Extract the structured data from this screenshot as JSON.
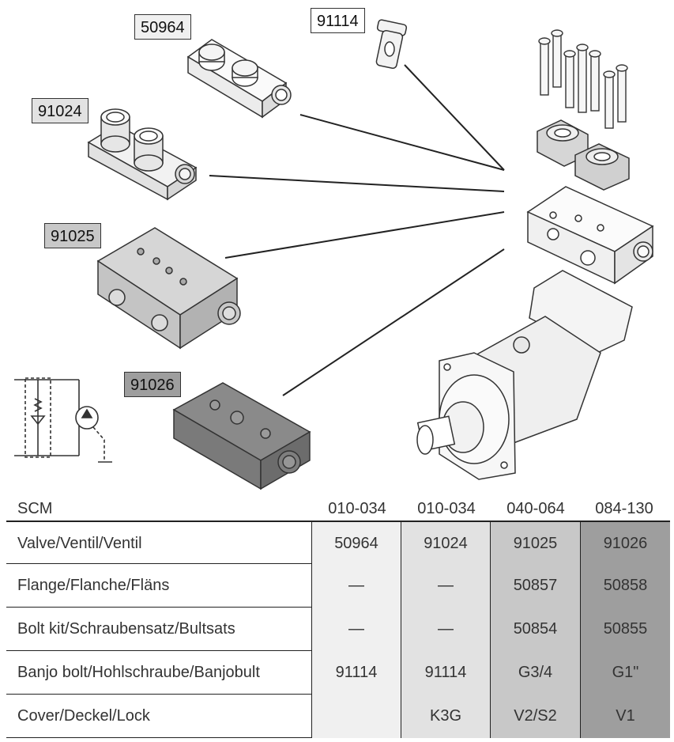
{
  "labels": {
    "p50964": "50964",
    "p91114": "91114",
    "p91024": "91024",
    "p91025": "91025",
    "p91026": "91026"
  },
  "table": {
    "header_label": "SCM",
    "columns": [
      "010-034",
      "010-034",
      "040-064",
      "084-130"
    ],
    "rows": [
      {
        "label": "Valve/Ventil/Ventil",
        "values": [
          "50964",
          "91024",
          "91025",
          "91026"
        ]
      },
      {
        "label": "Flange/Flanche/Fläns",
        "values": [
          "—",
          "—",
          "50857",
          "50858"
        ]
      },
      {
        "label": "Bolt kit/Schraubensatz/Bultsats",
        "values": [
          "—",
          "—",
          "50854",
          "50855"
        ]
      },
      {
        "label": "Banjo bolt/Hohlschraube/Banjobult",
        "values": [
          "91114",
          "91114",
          "G3/4",
          "G1\""
        ]
      },
      {
        "label": "Cover/Deckel/Lock",
        "values": [
          "",
          "K3G",
          "V2/S2",
          "V1"
        ]
      }
    ]
  },
  "colors": {
    "shade_1": "#f0f0f0",
    "shade_2": "#e2e2e2",
    "shade_3": "#c8c8c8",
    "shade_4": "#9e9e9e"
  }
}
